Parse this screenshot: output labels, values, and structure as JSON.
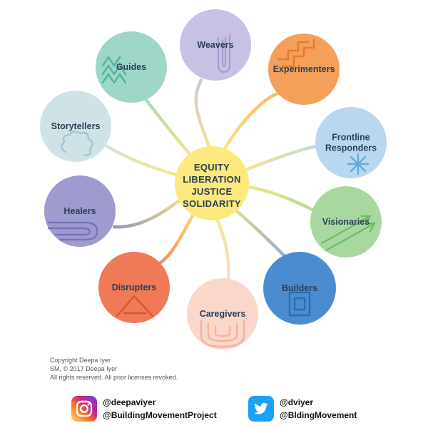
{
  "center": {
    "lines": [
      "EQUITY",
      "LIBERATION",
      "JUSTICE",
      "SOLIDARITY"
    ],
    "color": "#fbe97e"
  },
  "roles": [
    {
      "id": "weavers",
      "lines": [
        "Weavers"
      ],
      "color": "#c7c1e3",
      "stem": "#c7c1e3",
      "icon": "weave-icon",
      "iconColor": "#a79fd2"
    },
    {
      "id": "experimenters",
      "lines": [
        "Experimenters"
      ],
      "color": "#f4a05a",
      "stem": "#f6b36f",
      "icon": "stairs-icon",
      "iconColor": "#e77b26"
    },
    {
      "id": "frontline-responders",
      "lines": [
        "Frontline",
        "Responders"
      ],
      "color": "#b9d8ef",
      "stem": "#b9d8ef",
      "icon": "asterisk-icon",
      "iconColor": "#68a9dc"
    },
    {
      "id": "visionaries",
      "lines": [
        "Visionaries"
      ],
      "color": "#a8d8a0",
      "stem": "#a8d8a0",
      "icon": "arrows-icon",
      "iconColor": "#6cbf62"
    },
    {
      "id": "builders",
      "lines": [
        "Builders"
      ],
      "color": "#4b8cd0",
      "stem": "#7fa6d8",
      "icon": "nested-squares-icon",
      "iconColor": "#2d6cb0"
    },
    {
      "id": "caregivers",
      "lines": [
        "Caregivers"
      ],
      "color": "#f9d7cb",
      "stem": "#f9d7cb",
      "icon": "nested-u-icon",
      "iconColor": "#f1b39c"
    },
    {
      "id": "disrupters",
      "lines": [
        "Disrupters"
      ],
      "color": "#ee7a57",
      "stem": "#ee7a57",
      "icon": "triangle-icon",
      "iconColor": "#e0522f"
    },
    {
      "id": "healers",
      "lines": [
        "Healers"
      ],
      "color": "#9e9bcf",
      "stem": "#8f8bc4",
      "icon": "spiral-icon",
      "iconColor": "#7774b8"
    },
    {
      "id": "storytellers",
      "lines": [
        "Storytellers"
      ],
      "color": "#cfe3e6",
      "stem": "#cfe3e6",
      "icon": "cloud-squiggle-icon",
      "iconColor": "#9ec8cd"
    },
    {
      "id": "guides",
      "lines": [
        "Guides"
      ],
      "color": "#9ed6c8",
      "stem": "#9ed6c8",
      "icon": "zigzag-icon",
      "iconColor": "#4fb39c"
    }
  ],
  "copyright": {
    "line1": "Copyright Deepa Iyer",
    "line2": "SM, © 2017 Deepa Iyer",
    "line3": "All rights reserved. All prior licenses revoked."
  },
  "social": {
    "instagram": {
      "icon": "instagram-icon",
      "handle1": "@deepaviyer",
      "handle2": "@BuildingMovementProject",
      "color": "#c13584"
    },
    "twitter": {
      "icon": "twitter-icon",
      "handle1": "@dviyer",
      "handle2": "@BldingMovement",
      "color": "#1da1f2"
    }
  }
}
